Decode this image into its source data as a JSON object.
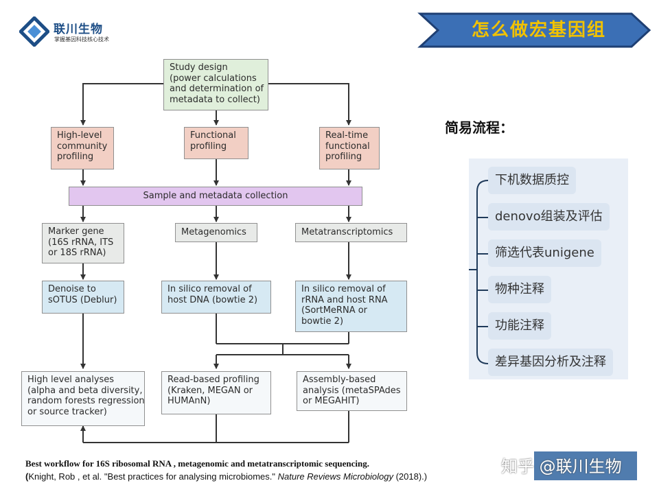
{
  "header": {
    "logo_name": "联川生物",
    "logo_tagline": "掌握基因科技核心技术",
    "banner_title": "怎么做宏基因组",
    "colors": {
      "logo_blue": "#1d4e86",
      "banner_fill": "#3b6fb5",
      "banner_text": "#f2c200"
    }
  },
  "diagram": {
    "study_design": "Study design\n(power calculations\nand determination of\nmetadata to collect)",
    "high_level_profiling": "High-level\ncommunity\nprofiling",
    "functional_profiling": "Functional\nprofiling",
    "realtime_profiling": "Real-time\nfunctional\nprofiling",
    "sample_collection": "Sample and metadata collection",
    "marker_gene": "Marker gene\n(16S rRNA, ITS\nor 18S rRNA)",
    "metagenomics": "Metagenomics",
    "metatranscriptomics": "Metatranscriptomics",
    "denoise": "Denoise to\nsOTUS (Deblur)",
    "removal_host_dna": "In silico removal of\nhost DNA (bowtie 2)",
    "removal_rrna": "In silico removal of\nrRNA and host RNA\n(SortMeRNA or\nbowtie 2)",
    "high_level_analyses": "High level analyses\n(alpha and beta diversity,\nrandom forests regression\nor source tracker)",
    "read_based": "Read-based profiling\n(Kraken, MEGAN or\nHUMAnN)",
    "assembly_based": "Assembly-based\nanalysis (metaSPAdes\nor MEGAHIT)"
  },
  "panel": {
    "heading": "简易流程：",
    "steps": [
      "下机数据质控",
      "denovo组装及评估",
      "筛选代表unigene",
      "物种注释",
      "功能注释",
      "差异基因分析及注释"
    ]
  },
  "footer": {
    "caption_line1": "Best workflow  for 16S ribosomal  RNA , metagenomic  and  metatranscriptomic   sequencing.",
    "caption_open": "(",
    "caption_authors": "Knight, Rob , et al. \"Best practices for analysing microbiomes.\" ",
    "caption_journal": "Nature Reviews Microbiology",
    "caption_year": " (2018).)",
    "watermark": "知乎 @联川生物"
  }
}
